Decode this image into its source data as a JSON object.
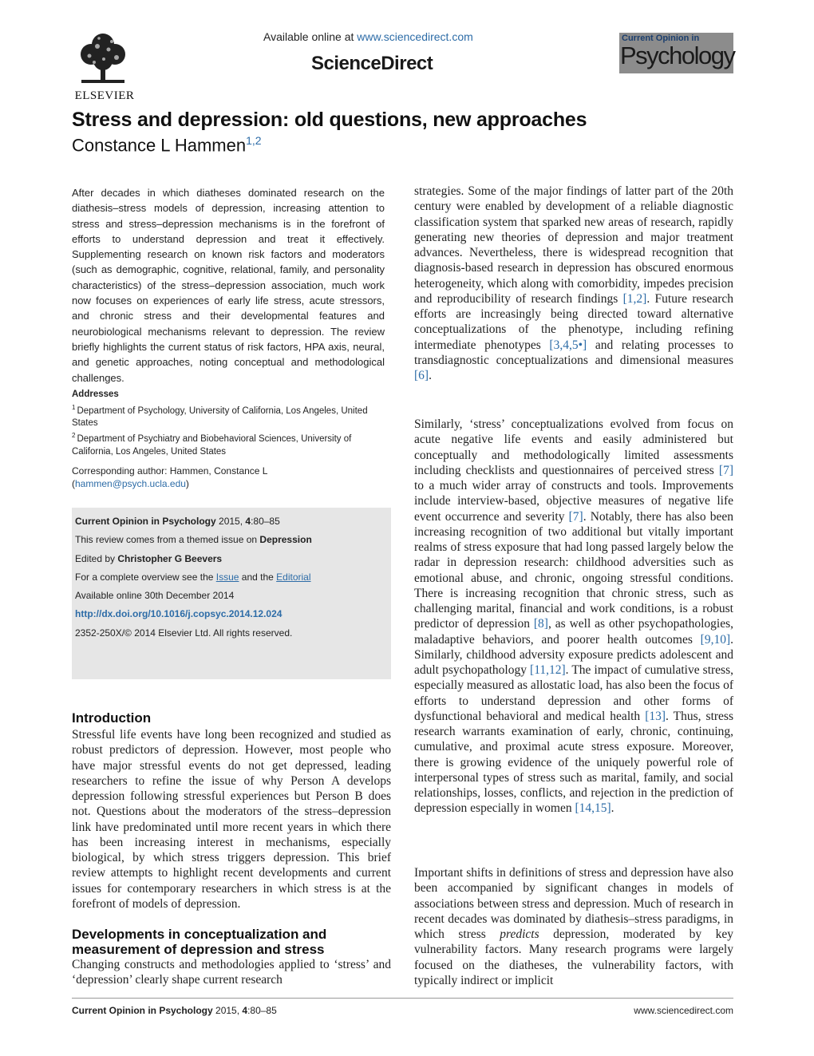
{
  "header": {
    "publisher_name": "ELSEVIER",
    "available_prefix": "Available online at",
    "available_url": "www.sciencedirect.com",
    "platform": "ScienceDirect",
    "journal_logo_top": "Current Opinion in",
    "journal_logo_bottom": "Psychology"
  },
  "article": {
    "title": "Stress and depression: old questions, new approaches",
    "author": "Constance L Hammen",
    "author_affil": "1,2"
  },
  "abstract": "After decades in which diatheses dominated research on the diathesis–stress models of depression, increasing attention to stress and stress–depression mechanisms is in the forefront of efforts to understand depression and treat it effectively. Supplementing research on known risk factors and moderators (such as demographic, cognitive, relational, family, and personality characteristics) of the stress–depression association, much work now focuses on experiences of early life stress, acute stressors, and chronic stress and their developmental features and neurobiological mechanisms relevant to depression. The review briefly highlights the current status of risk factors, HPA axis, neural, and genetic approaches, noting conceptual and methodological challenges.",
  "addresses": {
    "heading": "Addresses",
    "items": [
      {
        "num": "1",
        "text": "Department of Psychology, University of California, Los Angeles, United States"
      },
      {
        "num": "2",
        "text": "Department of Psychiatry and Biobehavioral Sciences, University of California, Los Angeles, United States"
      }
    ]
  },
  "correspondence": {
    "label": "Corresponding author: Hammen, Constance L",
    "email": "hammen@psych.ucla.edu"
  },
  "infobox": {
    "journal": "Current Opinion in Psychology",
    "year_text": " 2015, ",
    "volume": "4",
    "pages": ":80–85",
    "themed_prefix": "This review comes from a themed issue on ",
    "themed_issue": "Depression",
    "edited_prefix": "Edited by ",
    "editor": "Christopher G Beevers",
    "overview_prefix": "For a complete overview see the ",
    "issue_link": "Issue",
    "and_text": " and the ",
    "editorial_link": "Editorial",
    "available": "Available online 30th December 2014",
    "doi": "http://dx.doi.org/10.1016/j.copsyc.2014.12.024",
    "copyright": "2352-250X/© 2014 Elsevier Ltd. All rights reserved."
  },
  "intro": {
    "heading": "Introduction",
    "text": "Stressful life events have long been recognized and studied as robust predictors of depression. However, most people who have major stressful events do not get depressed, leading researchers to refine the issue of why Person A develops depression following stressful experiences but Person B does not. Questions about the moderators of the stress–depression link have predominated until more recent years in which there has been increasing interest in mechanisms, especially biological, by which stress triggers depression. This brief review attempts to highlight recent developments and current issues for contemporary researchers in which stress is at the forefront of models of depression."
  },
  "developments": {
    "heading": "Developments in conceptualization and measurement of depression and stress",
    "text": "Changing constructs and methodologies applied to ‘stress’ and ‘depression’ clearly shape current research"
  },
  "right_col": {
    "p1_a": "strategies. Some of the major findings of latter part of the 20th century were enabled by development of a reliable diagnostic classification system that sparked new areas of research, rapidly generating new theories of depression and major treatment advances. Nevertheless, there is widespread recognition that diagnosis-based research in depression has obscured enormous heterogeneity, which along with comorbidity, impedes precision and reproducibility of research findings ",
    "p1_c1": "[1,2]",
    "p1_b": ". Future research efforts are increasingly being directed toward alternative conceptualizations of the phenotype, including refining intermediate phenotypes ",
    "p1_c2": "[3,4,5•]",
    "p1_c": " and relating processes to transdiagnostic conceptualizations and dimensional measures ",
    "p1_c3": "[6]",
    "p1_d": ".",
    "p2_a": "Similarly, ‘stress’ conceptualizations evolved from focus on acute negative life events and easily administered but conceptually and methodologically limited assessments including checklists and questionnaires of perceived stress ",
    "p2_c1": "[7]",
    "p2_b": " to a much wider array of constructs and tools. Improvements include interview-based, objective measures of negative life event occurrence and severity ",
    "p2_c2": "[7]",
    "p2_c": ". Notably, there has also been increasing recognition of two additional but vitally important realms of stress exposure that had long passed largely below the radar in depression research: childhood adversities such as emotional abuse, and chronic, ongoing stressful conditions. There is increasing recognition that chronic stress, such as challenging marital, financial and work conditions, is a robust predictor of depression ",
    "p2_c3": "[8]",
    "p2_d": ", as well as other psychopathologies, maladaptive behaviors, and poorer health outcomes ",
    "p2_c4": "[9,10]",
    "p2_e": ". Similarly, childhood adversity exposure predicts adolescent and adult psychopathology ",
    "p2_c5": "[11,12]",
    "p2_f": ". The impact of cumulative stress, especially measured as allostatic load, has also been the focus of efforts to understand depression and other forms of dysfunctional behavioral and medical health ",
    "p2_c6": "[13]",
    "p2_g": ". Thus, stress research warrants examination of early, chronic, continuing, cumulative, and proximal acute stress exposure. Moreover, there is growing evidence of the uniquely powerful role of interpersonal types of stress such as marital, family, and social relationships, losses, conflicts, and rejection in the prediction of depression especially in women ",
    "p2_c7": "[14,15]",
    "p2_h": ".",
    "p3_a": "Important shifts in definitions of stress and depression have also been accompanied by significant changes in models of associations between stress and depression. Much of research in recent decades was dominated by diathesis–stress paradigms, in which stress ",
    "p3_em": "predicts",
    "p3_b": " depression, moderated by key vulnerability factors. Many research programs were largely focused on the diatheses, the vulnerability factors, with typically indirect or implicit"
  },
  "footer": {
    "journal": "Current Opinion in Psychology",
    "year": " 2015, ",
    "volume": "4",
    "pages": ":80–85",
    "site": "www.sciencedirect.com"
  }
}
